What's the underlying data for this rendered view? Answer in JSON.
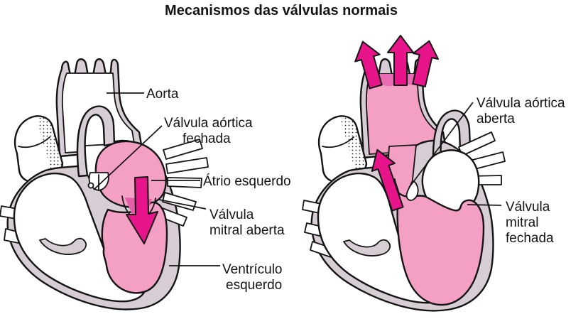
{
  "title": "Mecanismos das válvulas normais",
  "colors": {
    "background": "#ffffff",
    "outline": "#141414",
    "heart_wall_gray": "#d7ced5",
    "blood_pink": "#f3a0c4",
    "flow_arrow_magenta": "#e8158a",
    "valve_funnel_pink": "#e45fa8"
  },
  "left_heart": {
    "labels": {
      "aorta": "Aorta",
      "aortic_valve": {
        "line1": "Válvula aórtica",
        "line2": "fechada"
      },
      "left_atrium": "Átrio esquerdo",
      "mitral_valve": {
        "line1": "Válvula",
        "line2": "mitral aberta"
      },
      "left_ventricle": {
        "line1": "Ventrículo",
        "line2": "esquerdo"
      }
    }
  },
  "right_heart": {
    "labels": {
      "aortic_valve": {
        "line1": "Válvula aórtica",
        "line2": "aberta"
      },
      "mitral_valve": {
        "line1": "Válvula",
        "line2": "mitral",
        "line3": "fechada"
      }
    }
  }
}
